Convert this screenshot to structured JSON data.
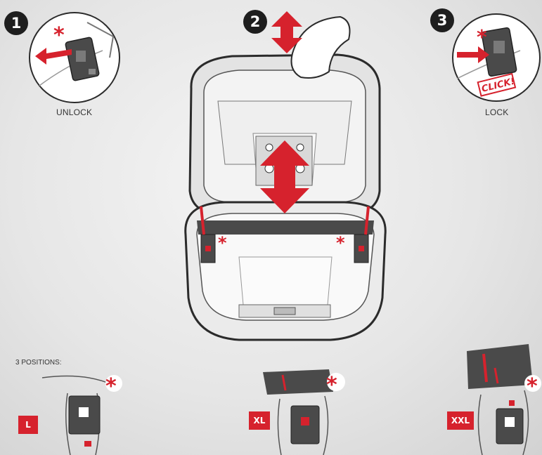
{
  "steps": [
    {
      "number": "1",
      "label": "UNLOCK"
    },
    {
      "number": "2",
      "label": ""
    },
    {
      "number": "3",
      "label": "LOCK"
    }
  ],
  "click_text": "CLICK!",
  "marker_symbol": "*",
  "positions_title": "3 POSITIONS:",
  "sizes": [
    {
      "label": "L"
    },
    {
      "label": "XL"
    },
    {
      "label": "XXL"
    }
  ],
  "colors": {
    "accent": "#d6222d",
    "outline": "#2b2b2b",
    "badge": "#1e1e1e"
  }
}
